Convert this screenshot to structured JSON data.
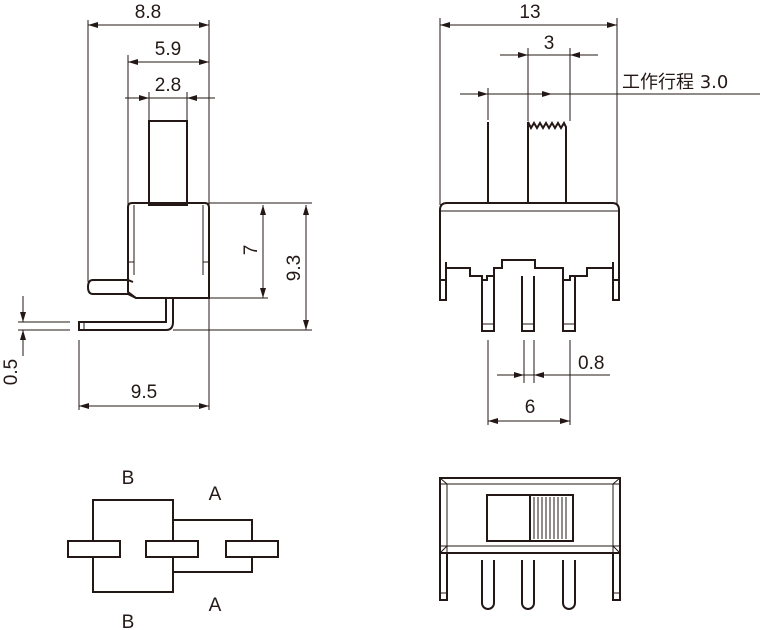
{
  "side_view": {
    "dim_width_total": "8.8",
    "dim_width_body": "5.9",
    "dim_actuator": "2.8",
    "dim_body_height": "7",
    "dim_total_height": "9.3",
    "dim_lead_thickness": "0.5",
    "dim_lead_length": "9.5"
  },
  "front_view": {
    "dim_width": "13",
    "dim_actuator": "3",
    "travel_label": "工作行程 3.0",
    "dim_pin_width": "0.8",
    "dim_pin_pitch": "6"
  },
  "schematic": {
    "label_b_top": "B",
    "label_a_top": "A",
    "label_b_bottom": "B",
    "label_a_bottom": "A"
  },
  "colors": {
    "line": "#231815"
  }
}
